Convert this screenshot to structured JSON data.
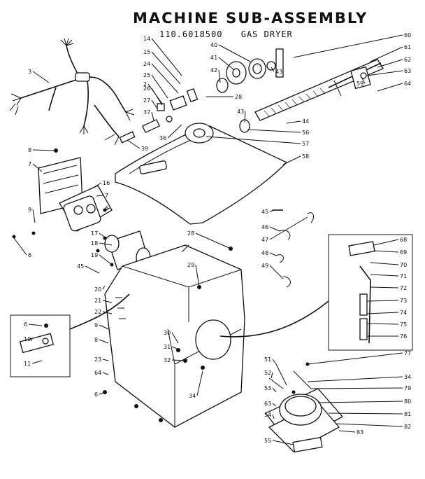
{
  "title": "MACHINE SUB-ASSEMBLY",
  "model": "110.6018500",
  "product": "GAS DRYER",
  "callouts": [
    {
      "id": "c3",
      "text": "3"
    },
    {
      "id": "c14",
      "text": "14"
    },
    {
      "id": "c15",
      "text": "15"
    },
    {
      "id": "c24",
      "text": "24"
    },
    {
      "id": "c25",
      "text": "25"
    },
    {
      "id": "c2",
      "text": "2"
    },
    {
      "id": "c26",
      "text": "26"
    },
    {
      "id": "c27",
      "text": "27"
    },
    {
      "id": "c37",
      "text": "37"
    },
    {
      "id": "c36",
      "text": "36"
    },
    {
      "id": "c39",
      "text": "39"
    },
    {
      "id": "c40",
      "text": "40"
    },
    {
      "id": "c41",
      "text": "41"
    },
    {
      "id": "c42",
      "text": "42"
    },
    {
      "id": "c43a",
      "text": "43"
    },
    {
      "id": "c43b",
      "text": "43"
    },
    {
      "id": "c28a",
      "text": "28"
    },
    {
      "id": "c60",
      "text": "60"
    },
    {
      "id": "c61",
      "text": "61"
    },
    {
      "id": "c62",
      "text": "62"
    },
    {
      "id": "c63a",
      "text": "63"
    },
    {
      "id": "c59",
      "text": "59"
    },
    {
      "id": "c64a",
      "text": "64"
    },
    {
      "id": "c44",
      "text": "44"
    },
    {
      "id": "c56",
      "text": "56"
    },
    {
      "id": "c57",
      "text": "57"
    },
    {
      "id": "c58",
      "text": "58"
    },
    {
      "id": "c8a",
      "text": "8"
    },
    {
      "id": "c7a",
      "text": "7"
    },
    {
      "id": "c16",
      "text": "16"
    },
    {
      "id": "c7b",
      "text": "7"
    },
    {
      "id": "c9a",
      "text": "9"
    },
    {
      "id": "c6a",
      "text": "6"
    },
    {
      "id": "c6b",
      "text": "6"
    },
    {
      "id": "c17",
      "text": "17"
    },
    {
      "id": "c18",
      "text": "18"
    },
    {
      "id": "c19",
      "text": "19"
    },
    {
      "id": "c45a",
      "text": "45"
    },
    {
      "id": "c20",
      "text": "20"
    },
    {
      "id": "c21",
      "text": "21"
    },
    {
      "id": "c22",
      "text": "22"
    },
    {
      "id": "c28b",
      "text": "28"
    },
    {
      "id": "c29",
      "text": "29"
    },
    {
      "id": "c45b",
      "text": "45"
    },
    {
      "id": "c46",
      "text": "46"
    },
    {
      "id": "c47",
      "text": "47"
    },
    {
      "id": "c48",
      "text": "48"
    },
    {
      "id": "c49",
      "text": "49"
    },
    {
      "id": "c68",
      "text": "68"
    },
    {
      "id": "c69",
      "text": "69"
    },
    {
      "id": "c70",
      "text": "70"
    },
    {
      "id": "c71",
      "text": "71"
    },
    {
      "id": "c72",
      "text": "72"
    },
    {
      "id": "c73",
      "text": "73"
    },
    {
      "id": "c74",
      "text": "74"
    },
    {
      "id": "c75",
      "text": "75"
    },
    {
      "id": "c76",
      "text": "76"
    },
    {
      "id": "c6c",
      "text": "6"
    },
    {
      "id": "c10",
      "text": "10"
    },
    {
      "id": "c11",
      "text": "11"
    },
    {
      "id": "c9b",
      "text": "9"
    },
    {
      "id": "c8b",
      "text": "8"
    },
    {
      "id": "c23",
      "text": "23"
    },
    {
      "id": "c64b",
      "text": "64"
    },
    {
      "id": "c6d",
      "text": "6"
    },
    {
      "id": "c30",
      "text": "30"
    },
    {
      "id": "c31",
      "text": "31"
    },
    {
      "id": "c32",
      "text": "32"
    },
    {
      "id": "c34a",
      "text": "34"
    },
    {
      "id": "c77",
      "text": "77"
    },
    {
      "id": "c51",
      "text": "51"
    },
    {
      "id": "c52",
      "text": "52"
    },
    {
      "id": "c34b",
      "text": "34"
    },
    {
      "id": "c79",
      "text": "79"
    },
    {
      "id": "c53",
      "text": "53"
    },
    {
      "id": "c80",
      "text": "80"
    },
    {
      "id": "c63b",
      "text": "63"
    },
    {
      "id": "c54",
      "text": "54"
    },
    {
      "id": "c81",
      "text": "81"
    },
    {
      "id": "c82",
      "text": "82"
    },
    {
      "id": "c83",
      "text": "83"
    },
    {
      "id": "c55",
      "text": "55"
    }
  ]
}
